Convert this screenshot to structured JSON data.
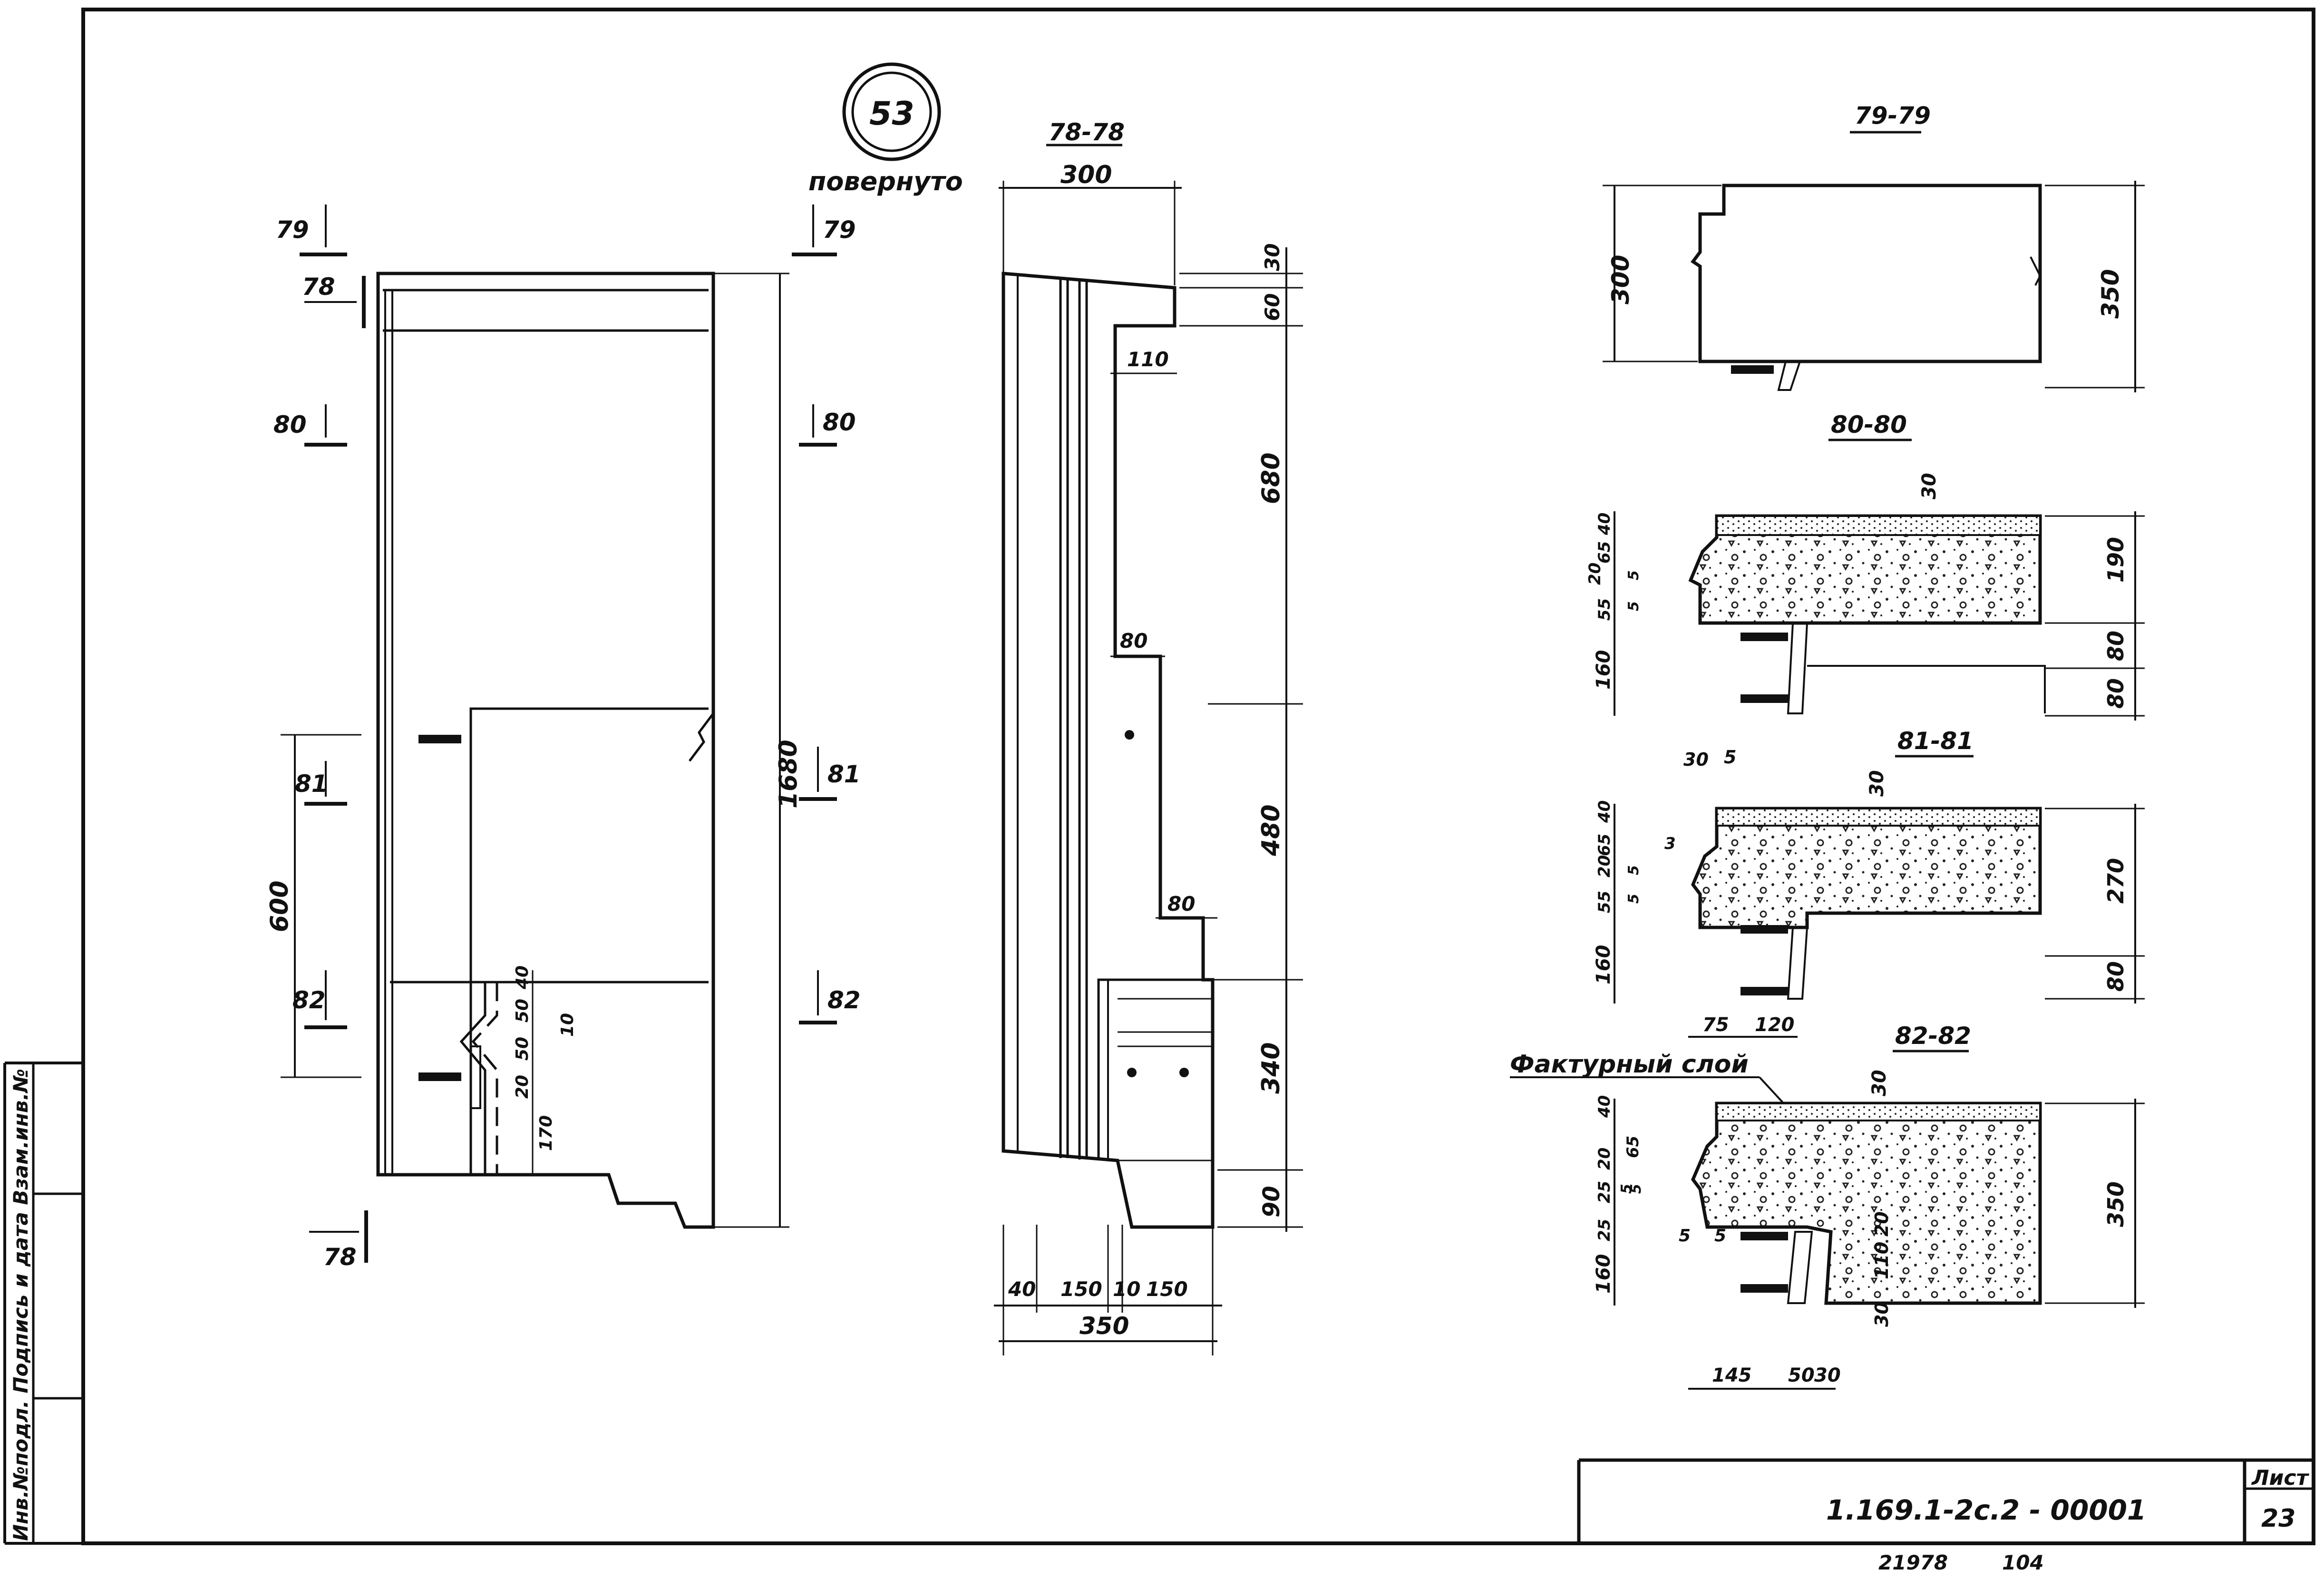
{
  "sheet": {
    "label": "Лист",
    "number": "23",
    "designation": "1.169.1-2с.2 - 00001",
    "footer_left": "21978",
    "footer_right": "104",
    "side_stamp": "Инв.№подл.  Подпись и дата  Взам.инв.№"
  },
  "badge": {
    "number": "53",
    "note": "повернуто"
  },
  "elevation": {
    "cut_labels": [
      "79",
      "79",
      "78",
      "80",
      "80",
      "81",
      "81",
      "82",
      "82",
      "78"
    ],
    "dims": [
      "1680",
      "600",
      "50",
      "40",
      "10",
      "50",
      "20",
      "170"
    ]
  },
  "section_78": {
    "title": "78-78",
    "top": "300",
    "right_dims": [
      "30",
      "60",
      "680",
      "480",
      "340",
      "90"
    ],
    "inner_dims": [
      "110",
      "80",
      "80"
    ],
    "bottom_dims": [
      "40",
      "150",
      "10",
      "150",
      "350"
    ]
  },
  "section_79": {
    "title": "79-79",
    "dims": [
      "300",
      "350"
    ]
  },
  "section_80": {
    "title": "80-80",
    "dims": [
      "30",
      "40",
      "65",
      "20",
      "5",
      "55",
      "5",
      "160",
      "190",
      "80",
      "80"
    ]
  },
  "section_81": {
    "title": "81-81",
    "dims": [
      "30",
      "5",
      "30",
      "40",
      "65",
      "3",
      "20",
      "5",
      "55",
      "5",
      "160",
      "270",
      "80",
      "75",
      "120"
    ]
  },
  "section_82": {
    "title": "82-82",
    "layer_label": "Фактурный слой",
    "dims": [
      "30",
      "40",
      "65",
      "20",
      "25",
      "5",
      "5",
      "25",
      "5",
      "5",
      "160",
      "20",
      "110",
      "30",
      "350",
      "145",
      "50",
      "30"
    ]
  }
}
